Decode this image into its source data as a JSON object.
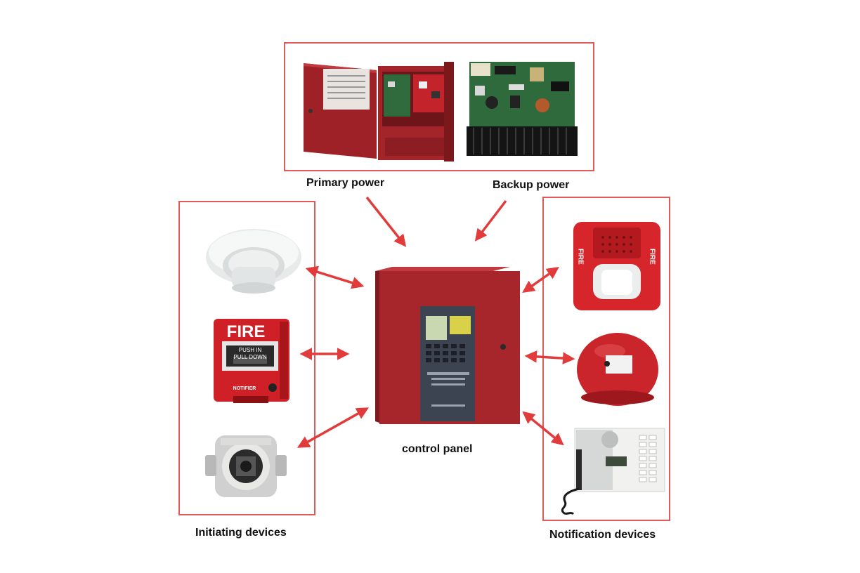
{
  "labels": {
    "primary_power": "Primary power",
    "backup_power": "Backup power",
    "control_panel": "control panel",
    "initiating_devices": "Initiating devices",
    "notification_devices": "Notification devices"
  },
  "device_text": {
    "pull_station_title": "FIRE",
    "pull_station_instruction_1": "PUSH IN",
    "pull_station_instruction_2": "PULL DOWN",
    "pull_station_brand": "NOTIFIER",
    "strobe_side_text": "FIRE"
  },
  "colors": {
    "box_border": "#e05a5a",
    "arrow": "#e23b3b",
    "panel_red": "#a7262b"
  },
  "icons": [
    "smoke-detector-icon",
    "pull-station-icon",
    "flame-detector-icon",
    "horn-strobe-icon",
    "alarm-bell-icon",
    "intercom-icon",
    "power-supply-enclosure-icon",
    "backup-power-board-icon",
    "control-panel-icon"
  ]
}
